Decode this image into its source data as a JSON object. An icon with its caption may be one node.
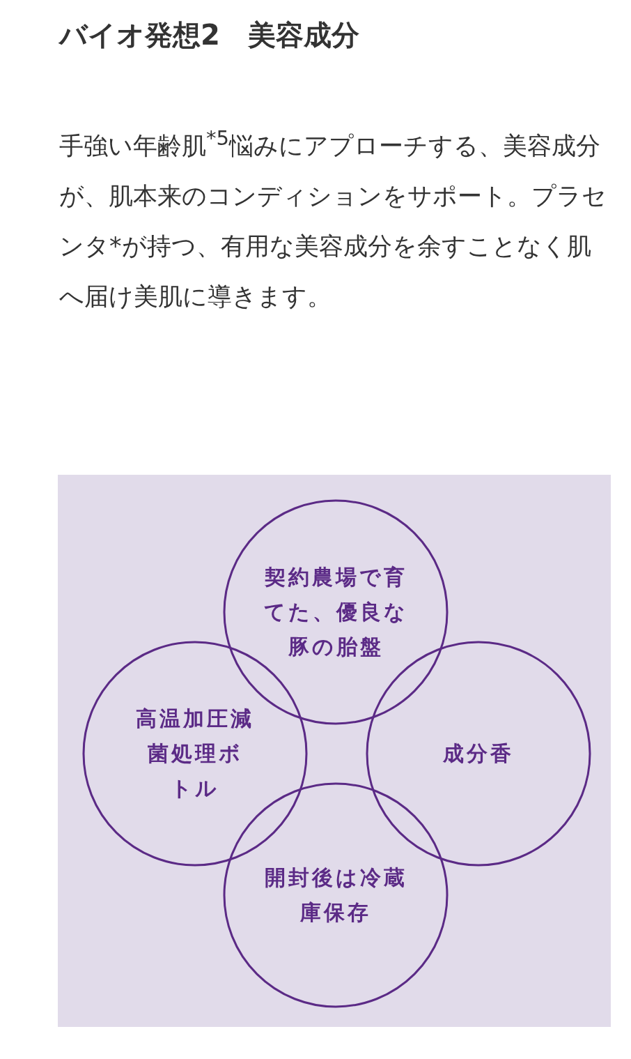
{
  "diagram": {
    "title": "バイオ発想2　美容成分",
    "nodes": [
      {
        "text": [
          "契約農場で育てた、優良な豚の胎盤"
        ]
      },
      {
        "text": [
          "高温加圧減菌処理ボトル"
        ]
      },
      {
        "text": [
          "成分香"
        ]
      },
      {
        "text": [
          "開封後は冷蔵庫保存"
        ]
      }
    ],
    "labels": [
      "手強い年齢肌$^{*5}$悩みにアプローチする、美容成分が、肌本来のコンディションをサポート。プラセンタ*が持つ、有用な美容成分を余すことなく肌へ届け美肌に導きます。"
    ]
  }
}
